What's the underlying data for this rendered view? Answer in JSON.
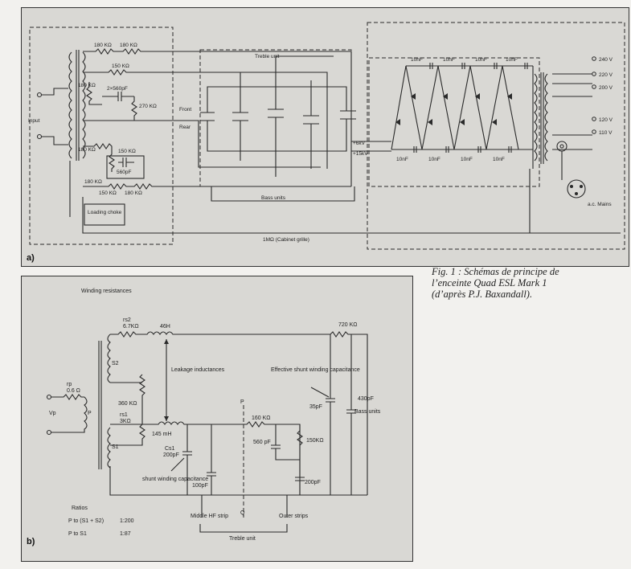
{
  "caption": {
    "line1": "Fig. 1 : Schémas de principe de",
    "line2": "l’enceinte Quad ESL Mark 1",
    "line3": "(d’après P.J. Baxandall)."
  },
  "panel_a": {
    "label": "a)",
    "input": "Input",
    "r1": "180 KΩ",
    "r2": "180 KΩ",
    "r3": "150 KΩ",
    "r4": "180 KΩ",
    "r5": "270 KΩ",
    "c1": "2×560pF",
    "r6": "180 KΩ",
    "r7": "150 KΩ",
    "c2": "560pF",
    "r8": "180 KΩ",
    "r9": "150 KΩ",
    "r10": "180 KΩ",
    "choke": "Loading choke",
    "treble": "Treble unit",
    "front": "Front",
    "rear": "Rear",
    "bass": "Bass units",
    "grille": "1MΩ (Cabinet grille)",
    "v6k": "+6kV",
    "v15k": "+15kV",
    "caps_top": [
      "10nF",
      "10nF",
      "10nF",
      "10nF"
    ],
    "caps_bot": [
      "10nF",
      "10nF",
      "10nF",
      "10nF"
    ],
    "volts": [
      "240 V",
      "220 V",
      "200 V",
      "120 V",
      "110 V"
    ],
    "mains": "a.c. Mains"
  },
  "panel_b": {
    "label": "b)",
    "winding_res": "Winding resistances",
    "rs2": "rs2",
    "rs2_val": "6.7KΩ",
    "l46": "46H",
    "r720": "720 KΩ",
    "s2": "S2",
    "rp": "rp",
    "rp_val": "0.6 Ω",
    "vp": "Vp",
    "p": "P",
    "leak": "Leakage inductances",
    "r360": "360 KΩ",
    "rs1": "rs1",
    "rs1_val": "3KΩ",
    "l145": "145 mH",
    "s1": "S1",
    "cs1": "Cs1",
    "cs1_val": "200pF",
    "shunt": "shunt winding capacitance",
    "c100": "100pF",
    "eff_shunt": "Effective shunt winding capacitance",
    "c35": "35pF",
    "c430": "430pF",
    "bass_units": "Bass units",
    "r160": "160 KΩ",
    "c560": "560 pF",
    "r150": "150KΩ",
    "c200": "200pF",
    "p_mark": "P",
    "q_mark": "Q",
    "middle": "Middle HF strip",
    "outer": "Outer strips",
    "treble": "Treble unit",
    "ratios": "Ratios",
    "ratio1_l": "P to (S1 + S2)",
    "ratio1_v": "1:200",
    "ratio2_l": "P to S1",
    "ratio2_v": "1:87"
  }
}
